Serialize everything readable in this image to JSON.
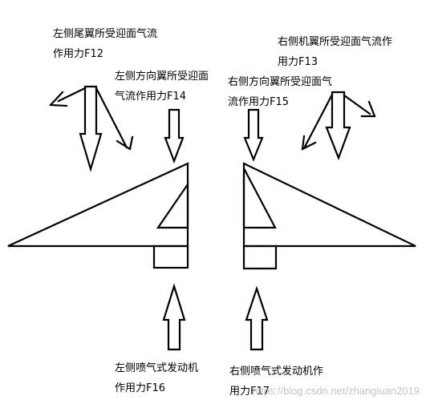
{
  "labels": {
    "left_tail": {
      "line1": "左侧尾翼所受迎面气流",
      "line2": "作用力F12"
    },
    "left_rudder": {
      "line1": "左侧方向翼所受迎面",
      "line2": "气流作用力F14"
    },
    "right_rudder": {
      "line1": "右侧方向翼所受迎面气",
      "line2": "流作用力F15"
    },
    "right_wing": {
      "line1": "右侧机翼所受迎面气流作",
      "line2": "用力F13"
    },
    "left_engine": {
      "line1": "左侧喷气式发动机",
      "line2": "作用力F16"
    },
    "right_engine": {
      "line1": "右侧喷气式发动机作",
      "line2": "用力F17"
    }
  },
  "watermark": "https://blog.csdn.net/zhangluan2019",
  "colors": {
    "stroke": "#000000",
    "background": "#ffffff",
    "watermark": "#c4c4c4"
  }
}
